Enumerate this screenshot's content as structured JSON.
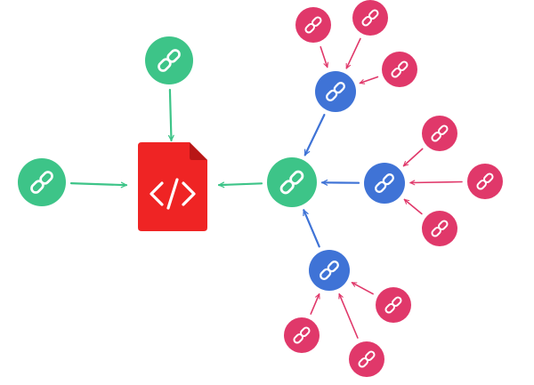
{
  "diagram": {
    "colors": {
      "green": "#3dc488",
      "blue": "#3f73d6",
      "pink": "#e0386a",
      "red": "#ef2424",
      "white": "#ffffff"
    },
    "center": {
      "icon": "code-file-icon",
      "color": "red"
    },
    "nodes": [
      {
        "id": "g-left",
        "tier": "direct",
        "color": "green",
        "icon": "chain-link-icon"
      },
      {
        "id": "g-top",
        "tier": "direct",
        "color": "green",
        "icon": "chain-link-icon"
      },
      {
        "id": "g-hub",
        "tier": "direct",
        "color": "green",
        "icon": "chain-link-icon"
      },
      {
        "id": "b-top",
        "tier": "second",
        "color": "blue",
        "icon": "chain-link-icon"
      },
      {
        "id": "b-mid",
        "tier": "second",
        "color": "blue",
        "icon": "chain-link-icon"
      },
      {
        "id": "b-bot",
        "tier": "second",
        "color": "blue",
        "icon": "chain-link-icon"
      },
      {
        "id": "p1",
        "tier": "third",
        "color": "pink",
        "icon": "chain-link-icon"
      },
      {
        "id": "p2",
        "tier": "third",
        "color": "pink",
        "icon": "chain-link-icon"
      },
      {
        "id": "p3",
        "tier": "third",
        "color": "pink",
        "icon": "chain-link-icon"
      },
      {
        "id": "p4",
        "tier": "third",
        "color": "pink",
        "icon": "chain-link-icon"
      },
      {
        "id": "p5",
        "tier": "third",
        "color": "pink",
        "icon": "chain-link-icon"
      },
      {
        "id": "p6",
        "tier": "third",
        "color": "pink",
        "icon": "chain-link-icon"
      },
      {
        "id": "p7",
        "tier": "third",
        "color": "pink",
        "icon": "chain-link-icon"
      },
      {
        "id": "p8",
        "tier": "third",
        "color": "pink",
        "icon": "chain-link-icon"
      },
      {
        "id": "p9",
        "tier": "third",
        "color": "pink",
        "icon": "chain-link-icon"
      }
    ],
    "edges": [
      {
        "from": "g-left",
        "to": "center",
        "color": "green"
      },
      {
        "from": "g-top",
        "to": "center",
        "color": "green"
      },
      {
        "from": "g-hub",
        "to": "center",
        "color": "green"
      },
      {
        "from": "b-top",
        "to": "g-hub",
        "color": "blue"
      },
      {
        "from": "b-mid",
        "to": "g-hub",
        "color": "blue"
      },
      {
        "from": "b-bot",
        "to": "g-hub",
        "color": "blue"
      },
      {
        "from": "p1",
        "to": "b-top",
        "color": "pink"
      },
      {
        "from": "p2",
        "to": "b-top",
        "color": "pink"
      },
      {
        "from": "p3",
        "to": "b-top",
        "color": "pink"
      },
      {
        "from": "p4",
        "to": "b-mid",
        "color": "pink"
      },
      {
        "from": "p5",
        "to": "b-mid",
        "color": "pink"
      },
      {
        "from": "p6",
        "to": "b-mid",
        "color": "pink"
      },
      {
        "from": "p7",
        "to": "b-bot",
        "color": "pink"
      },
      {
        "from": "p8",
        "to": "b-bot",
        "color": "pink"
      },
      {
        "from": "p9",
        "to": "b-bot",
        "color": "pink"
      }
    ]
  }
}
